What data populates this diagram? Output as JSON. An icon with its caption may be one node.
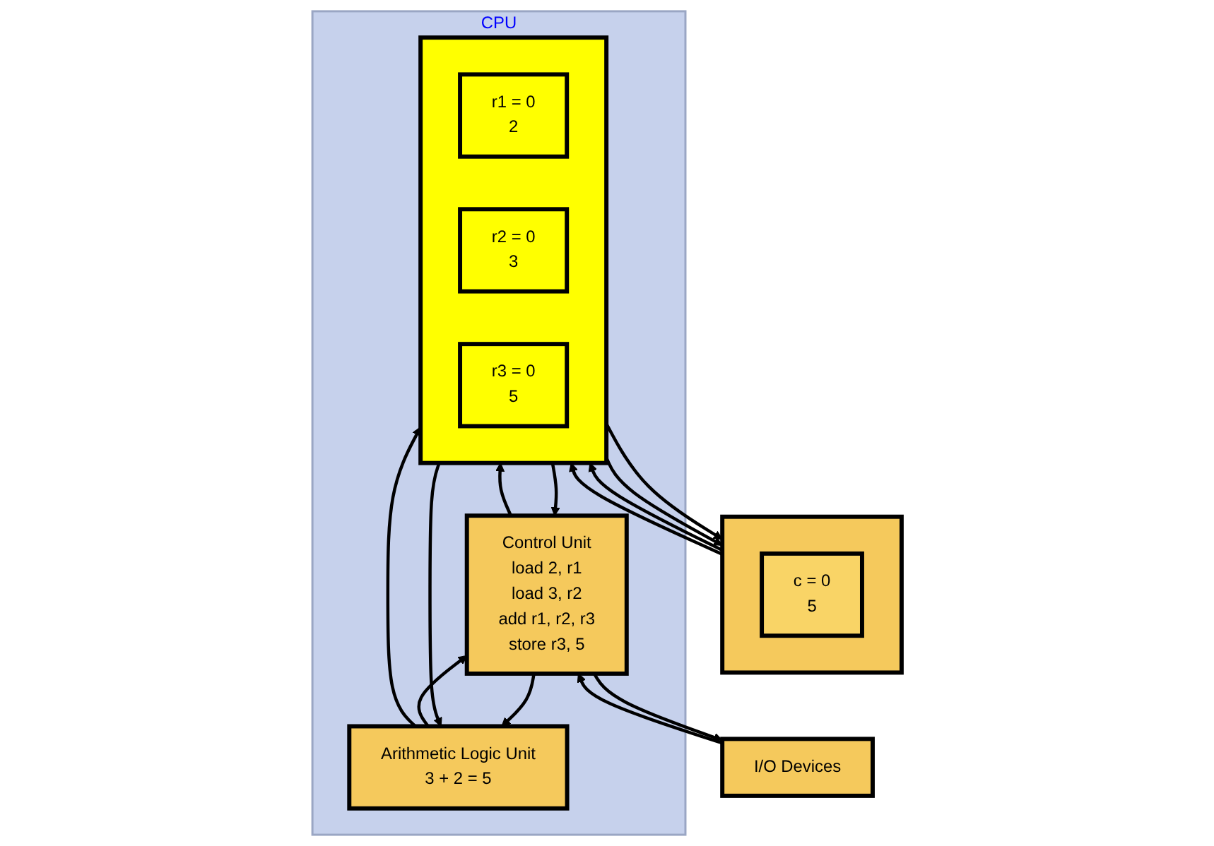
{
  "diagram": {
    "nodes": [
      {
        "text": [],
        "shape": "box"
      },
      {
        "text": [
          "c = 0",
          "5"
        ],
        "in": 0
      },
      {
        "text": [
          "CPU"
        ]
      },
      {
        "text": [],
        "shape": "bar",
        "in": 2
      },
      {
        "text": [
          "r1 = 0",
          "2"
        ],
        "in": 3
      },
      {
        "text": [
          "r2 = 0",
          "3"
        ],
        "in": 3
      },
      {
        "text": [
          "r3 = 0",
          "5"
        ],
        "in": 3
      },
      {
        "text": [
          "Control Unit",
          "load 2, r1",
          "load 3, r2",
          "add r1, r2, r3",
          "store r3, 5"
        ],
        "in": 2
      },
      {
        "text": [
          "Arithmetic Logic Unit",
          "3 + 2 = 5"
        ],
        "in": 2
      },
      {
        "text": [
          "I/O Devices"
        ]
      }
    ],
    "edges": [
      {
        "from": 0,
        "to": 3,
        "arrow": "to"
      },
      {
        "from": 3,
        "to": 0,
        "arrow": "to"
      },
      {
        "from": 0,
        "to": 3,
        "arrow": "to"
      },
      {
        "from": 3,
        "to": 0,
        "arrow": "to"
      },
      {
        "from": 3,
        "to": 7,
        "arrow": "to"
      },
      {
        "from": 7,
        "to": 3,
        "arrow": "to"
      },
      {
        "from": 3,
        "to": 8,
        "arrow": "to"
      },
      {
        "from": 8,
        "to": 3,
        "arrow": "to"
      },
      {
        "from": 7,
        "to": 8,
        "arrow": "to"
      },
      {
        "from": 8,
        "to": 7,
        "arrow": "to"
      },
      {
        "from": 7,
        "to": 9,
        "arrow": "to"
      },
      {
        "from": 9,
        "to": 7,
        "arrow": "to"
      }
    ]
  }
}
